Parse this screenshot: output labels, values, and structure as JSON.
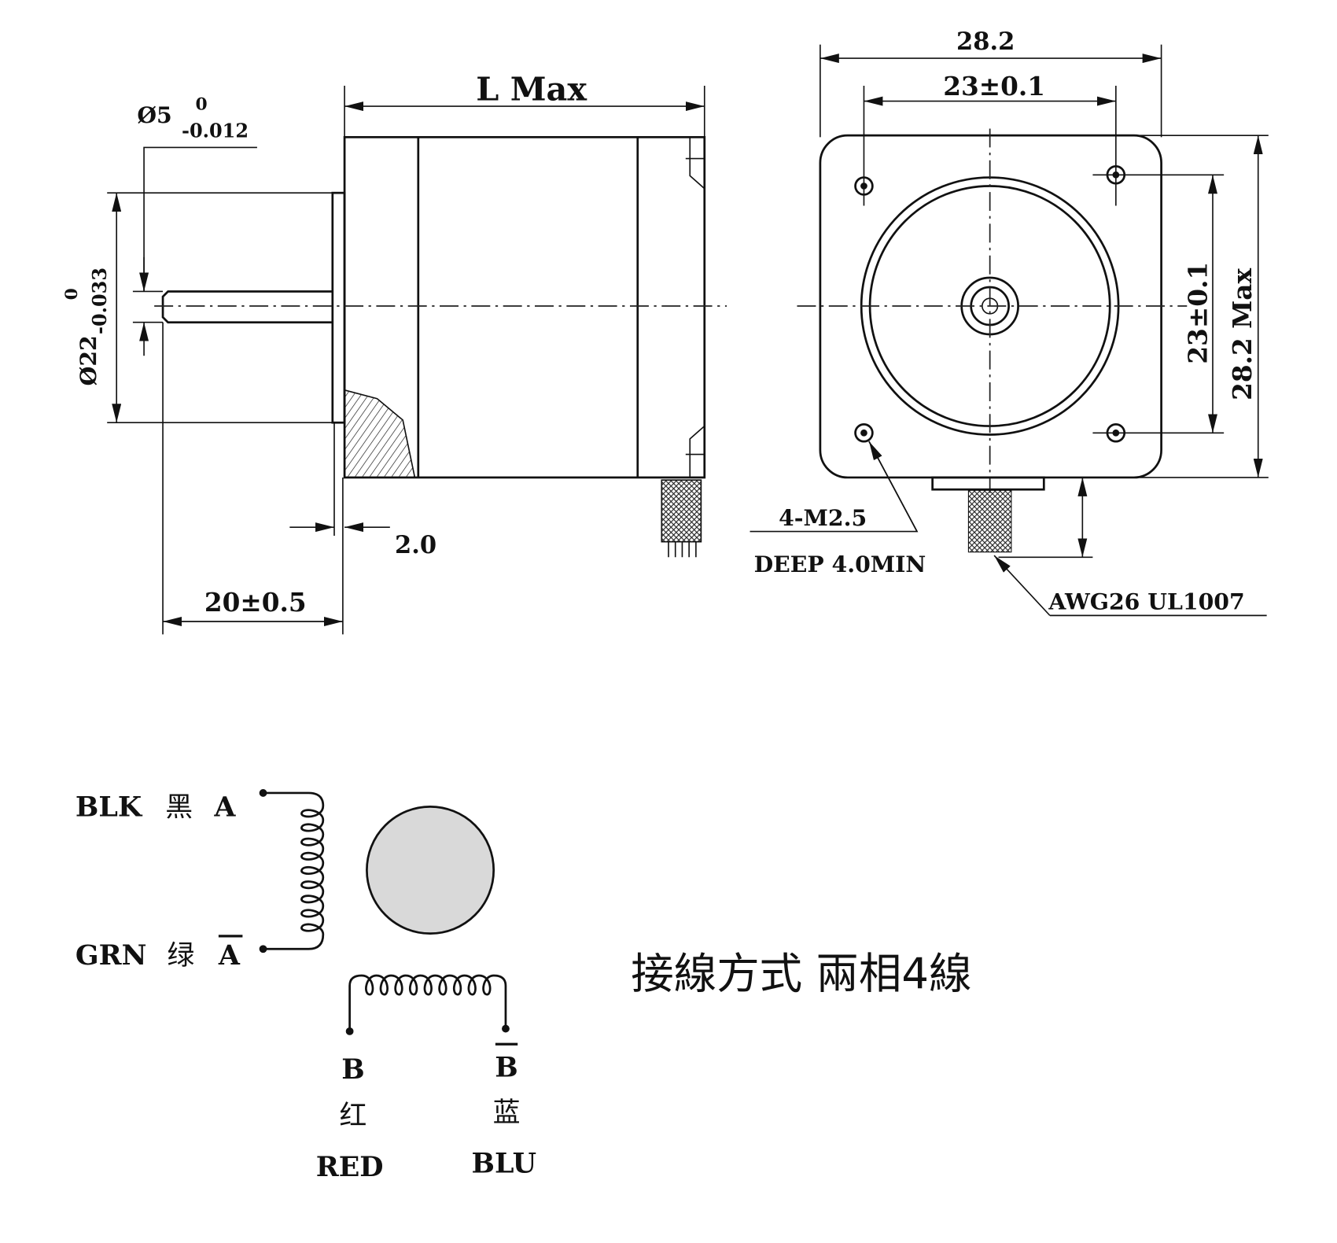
{
  "side_view": {
    "length_label": "L Max",
    "shaft_dia": "Ø5",
    "shaft_tol_upper": "0",
    "shaft_tol_lower": "-0.012",
    "pilot_dia": "Ø22",
    "pilot_tol_upper": "0",
    "pilot_tol_lower": "-0.033",
    "pilot_height": "2.0",
    "shaft_length": "20±0.5"
  },
  "front_view": {
    "width": "28.2",
    "hole_spacing_h": "23±0.1",
    "hole_spacing_v": "23±0.1",
    "height": "28.2 Max",
    "thread": "4-M2.5",
    "depth": "DEEP 4.0MIN",
    "wire": "AWG26 UL1007"
  },
  "wiring": {
    "a_color_en": "BLK",
    "a_color_zh": "黑",
    "a_label": "A",
    "abar_color_en": "GRN",
    "abar_color_zh": "绿",
    "abar_label": "A",
    "b_label": "B",
    "b_color_zh": "红",
    "b_color_en": "RED",
    "bbar_label": "B",
    "bbar_color_zh": "蓝",
    "bbar_color_en": "BLU",
    "rotor_color": "#d9d9d9"
  },
  "caption": "接線方式 兩相4線"
}
